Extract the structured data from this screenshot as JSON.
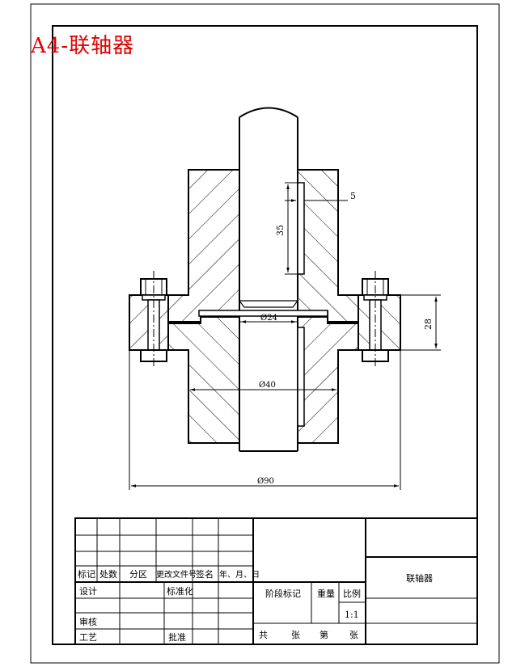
{
  "header": {
    "title": "A4-联轴器"
  },
  "dimensions": {
    "key_width": "5",
    "key_length": "35",
    "shaft_diameter": "Ø24",
    "bolt_spacing": "28",
    "hub_diameter": "Ø40",
    "flange_diameter": "Ø90"
  },
  "title_block": {
    "headers": {
      "mark": "标记",
      "count": "处数",
      "zone": "分区",
      "doc_no": "更改文件号",
      "signature": "签名",
      "date": "年、月、日"
    },
    "design": "设计",
    "standardization": "标准化",
    "review": "审核",
    "process": "工艺",
    "approve": "批准",
    "stage_mark": "阶段标记",
    "weight": "重量",
    "scale_label": "比例",
    "scale_value": "1:1",
    "part_name": "联轴器",
    "total": "共",
    "sheet_word": "张",
    "sheet_no": "第",
    "sheet_word2": "张"
  }
}
